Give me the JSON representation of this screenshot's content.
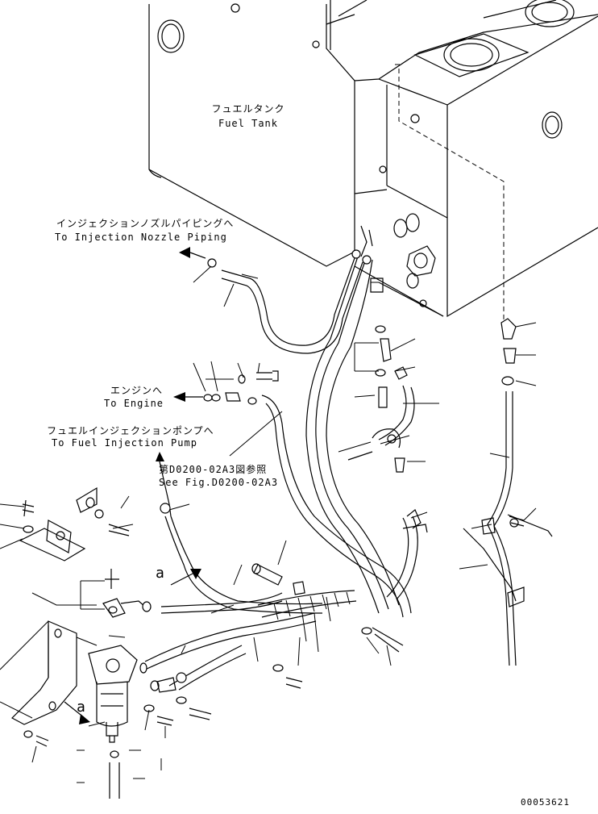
{
  "labels": {
    "fuel_tank_jp": "フュエルタンク",
    "fuel_tank_en": "Fuel Tank",
    "injection_nozzle_jp": "インジェクションノズルパイピングへ",
    "injection_nozzle_en": "To Injection Nozzle Piping",
    "engine_jp": "エンジンへ",
    "engine_en": "To Engine",
    "injection_pump_jp": "フュエルインジェクションポンプへ",
    "injection_pump_en": "To Fuel Injection Pump",
    "see_fig_jp": "第D0200-02A3図参照",
    "see_fig_en": "See Fig.D0200-02A3",
    "detail_a_upper": "a",
    "detail_a_lower": "a",
    "drawing_number": "00053621"
  },
  "icons": [
    "flow-arrow-icon",
    "leader-line-icon"
  ]
}
